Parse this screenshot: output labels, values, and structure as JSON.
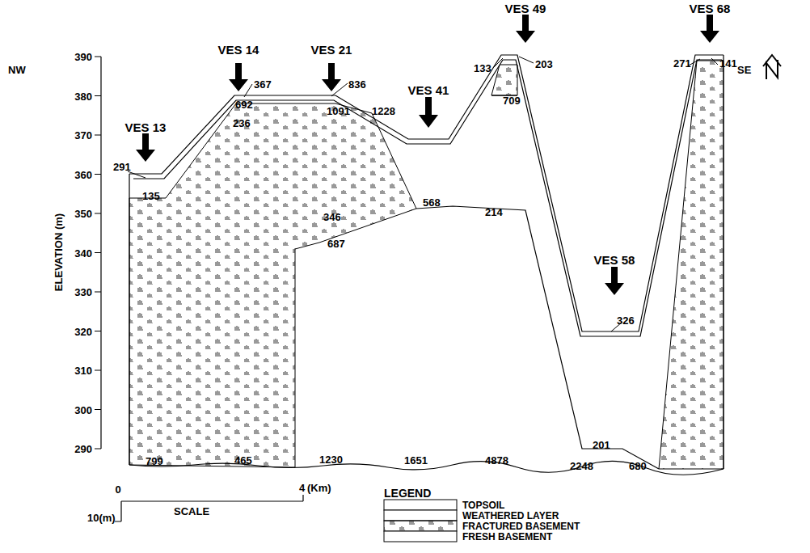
{
  "diagram": {
    "labels": [
      "NW",
      "SE",
      "VES 13",
      "VES 14",
      "VES 21",
      "VES 41",
      "VES 49",
      "VES 58",
      "VES 68",
      "291",
      "135",
      "367",
      "692",
      "236",
      "836",
      "1091",
      "1228",
      "133",
      "203",
      "709",
      "271",
      "141",
      "568",
      "346",
      "687",
      "214",
      "326",
      "201",
      "799",
      "465",
      "1230",
      "1651",
      "4878",
      "2248",
      "680",
      "390",
      "380",
      "370",
      "360",
      "350",
      "340",
      "330",
      "320",
      "310",
      "300",
      "290",
      "ELEVATION (m)",
      "0",
      "4",
      "(Km)",
      "10(m)",
      "SCALE",
      "LEGEND"
    ],
    "legend": [
      {
        "text": "TOPSOIL"
      },
      {
        "text": "WEATHERED LAYER"
      },
      {
        "text": "FRACTURED BASEMENT"
      },
      {
        "text": "FRESH BASEMENT"
      }
    ]
  }
}
